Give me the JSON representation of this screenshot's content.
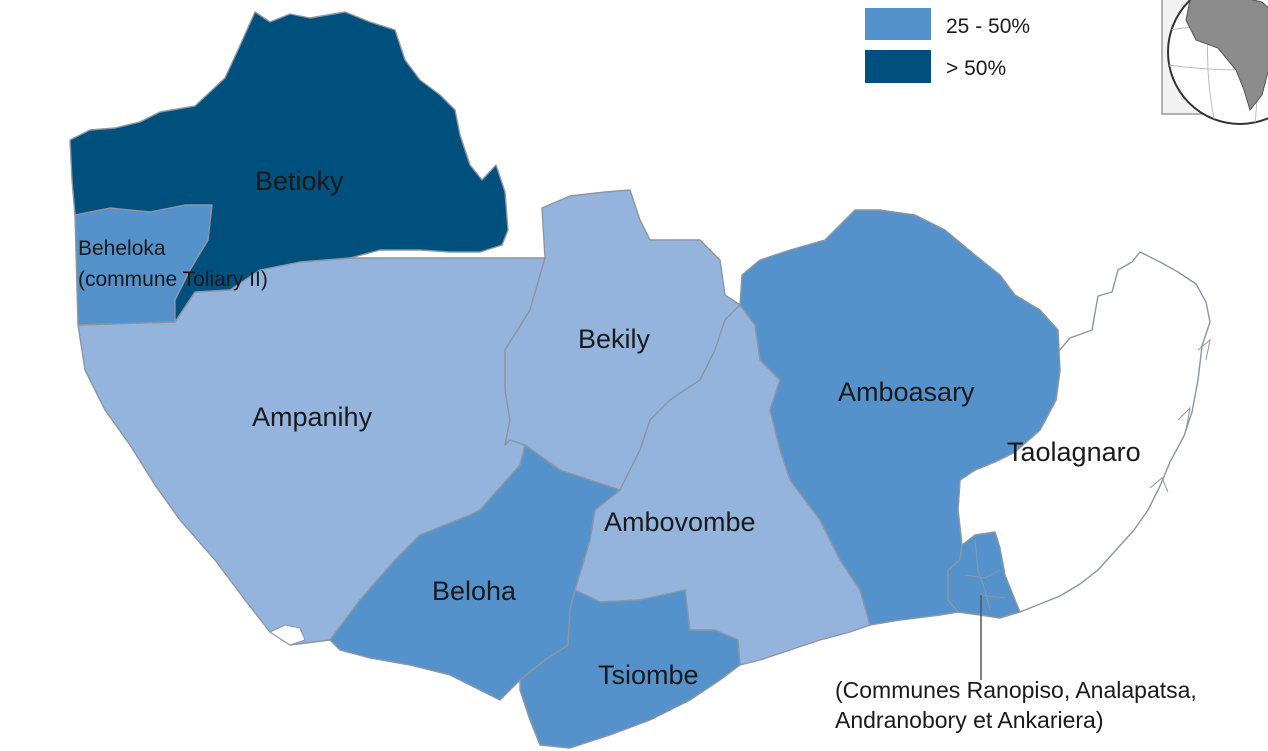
{
  "colors": {
    "lt_25": "#94b4de",
    "c25_50": "#5592cc",
    "gt_50": "#00507e",
    "none": "#ffffff",
    "border": "#8c96a3"
  },
  "legend": {
    "items": [
      {
        "label": "25 - 50%",
        "color": "#5592cc"
      },
      {
        "label": "> 50%",
        "color": "#00507e"
      }
    ]
  },
  "regions": {
    "betioky": {
      "name": "Betioky",
      "class": "> 50%"
    },
    "beheloka": {
      "line1": "Beheloka",
      "line2": "(commune Toliary II)",
      "class": "25 - 50%"
    },
    "ampanihy": {
      "name": "Ampanihy"
    },
    "bekily": {
      "name": "Bekily"
    },
    "amboasary": {
      "name": "Amboasary",
      "class": "25 - 50%"
    },
    "taolagnaro": {
      "name": "Taolagnaro"
    },
    "ambovombe": {
      "name": "Ambovombe"
    },
    "beloha": {
      "name": "Beloha",
      "class": "25 - 50%"
    },
    "tsiombe": {
      "name": "Tsiombe",
      "class": "25 - 50%"
    }
  },
  "note": {
    "line1": "(Communes Ranopiso, Analapatsa,",
    "line2": "Andranobory et Ankariera)"
  },
  "inset": {
    "icon": "africa-locator-globe-icon"
  }
}
